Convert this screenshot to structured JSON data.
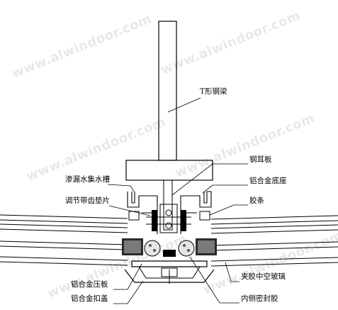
{
  "watermark": "www.alwindoor.com",
  "labels": {
    "t_beam": "T形钢梁",
    "steel_ear_plate": "钢耳板",
    "drain_channel": "渗漏水集水槽",
    "aluminum_base": "铝合金底座",
    "adjust_washer": "调节带齿垫片",
    "rubber_strip": "胶条",
    "laminated_glass": "夹胶中空玻璃",
    "pressure_plate": "铝合金压板",
    "buckle_cover": "铝合金扣盖",
    "inner_sealant": "内侧密封胶"
  },
  "colors": {
    "line": "#000000",
    "watermark": "#d6d6d6",
    "background": "#ffffff"
  }
}
